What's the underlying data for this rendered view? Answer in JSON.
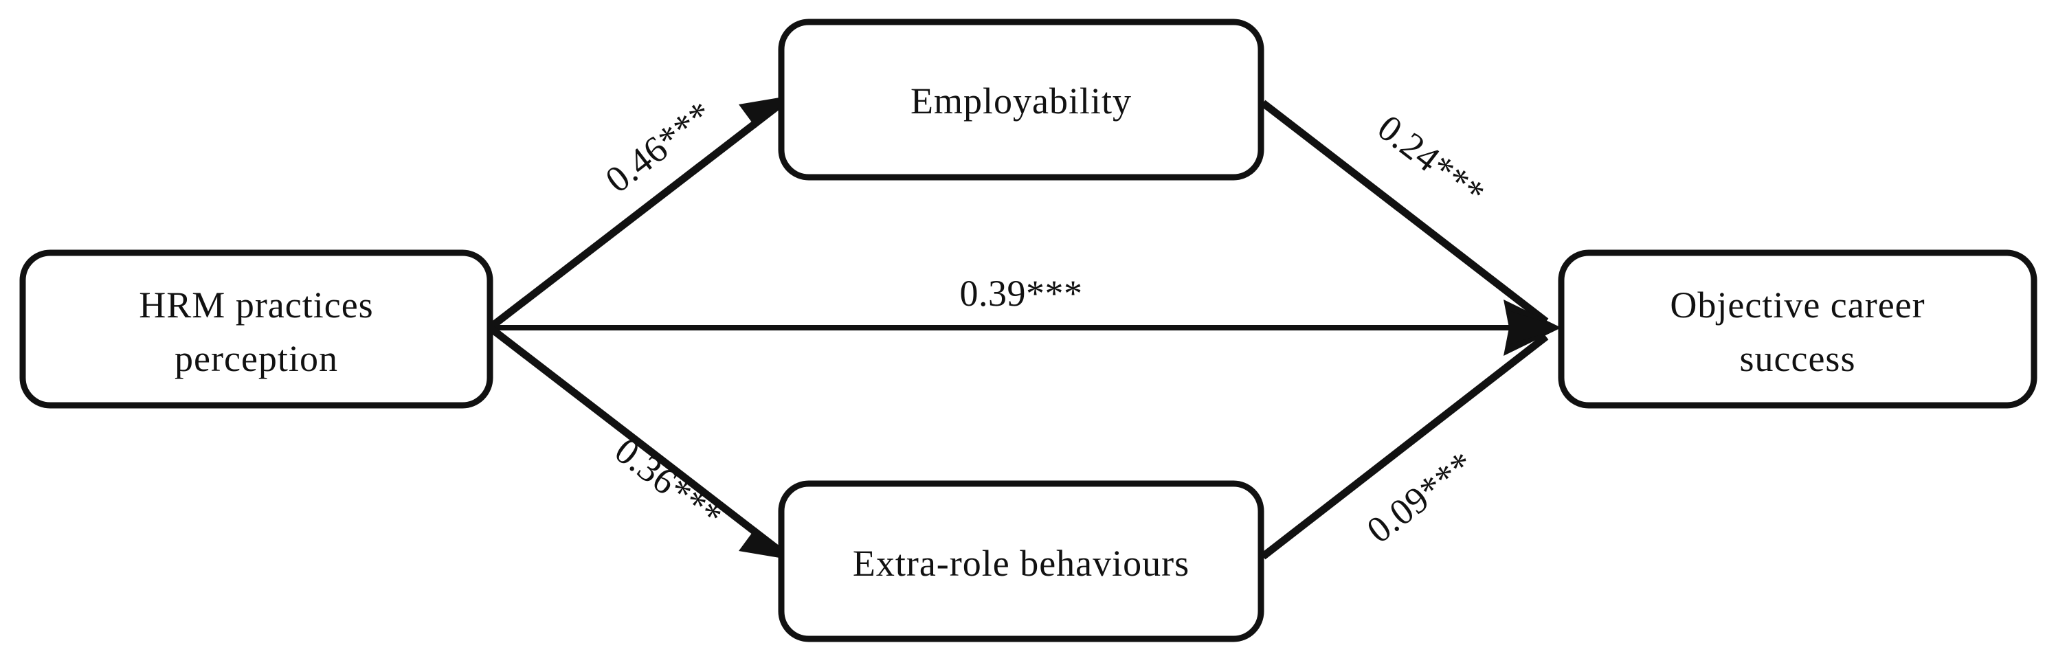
{
  "figure": {
    "type": "path-model-diagram",
    "background_color": "#ffffff",
    "line_color": "#111111"
  },
  "nodes": [
    {
      "id": "hrm",
      "label_line1": "HRM  practices",
      "label_line2": "perception",
      "role": "predictor"
    },
    {
      "id": "employability",
      "label_line1": "Employability",
      "label_line2": "",
      "role": "mediator"
    },
    {
      "id": "extra_role",
      "label_line1": "Extra-role behaviours",
      "label_line2": "",
      "role": "mediator"
    },
    {
      "id": "objective_career_success",
      "label_line1": "Objective  career",
      "label_line2": "success",
      "role": "outcome"
    }
  ],
  "paths": [
    {
      "id": "hrm_to_employability",
      "from": "hrm",
      "to": "employability",
      "coefficient": "0.46***",
      "value": 0.46,
      "significance": "***"
    },
    {
      "id": "employability_to_ocs",
      "from": "employability",
      "to": "objective_career_success",
      "coefficient": "0.24***",
      "value": 0.24,
      "significance": "***"
    },
    {
      "id": "hrm_to_ocs_direct",
      "from": "hrm",
      "to": "objective_career_success",
      "coefficient": "0.39***",
      "value": 0.39,
      "significance": "***"
    },
    {
      "id": "hrm_to_extra_role",
      "from": "hrm",
      "to": "extra_role",
      "coefficient": "0.36***",
      "value": 0.36,
      "significance": "***"
    },
    {
      "id": "extra_role_to_ocs",
      "from": "extra_role",
      "to": "objective_career_success",
      "coefficient": "0.09***",
      "value": 0.09,
      "significance": "***"
    }
  ]
}
